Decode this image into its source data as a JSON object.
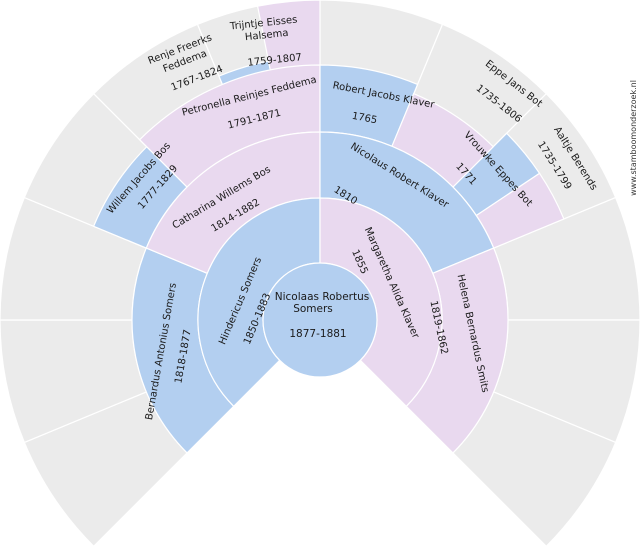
{
  "colors": {
    "male": "#b3cff0",
    "female": "#e9d9ef",
    "empty": "#ebebeb",
    "text": "#1a1a1a"
  },
  "site": "www.stamboomonderzoek.nl",
  "root": {
    "name_line1": "Nicolaas Robertus",
    "name_line2": "Somers",
    "years": "1877-1881"
  },
  "gen1": {
    "father": {
      "name": "Hindericus Somers",
      "years": "1850-1883"
    },
    "mother": {
      "name": "Margaretha Alida Klaver",
      "years": "1855"
    }
  },
  "gen2": {
    "pf": {
      "name": "Bernardus Antonius Somers",
      "years": "1818-1877"
    },
    "pm": {
      "name": "Catharina Willems Bos",
      "years": "1814-1882"
    },
    "mf": {
      "name": "Nicolaus Robert Klaver",
      "years": "1810"
    },
    "mm": {
      "name": "Helena Bernardus Smits",
      "years": "1819-1862"
    }
  },
  "gen3": {
    "ppf": {
      "name": "",
      "years": ""
    },
    "ppm": {
      "name": "",
      "years": ""
    },
    "pmf": {
      "name": "Willem Jacobs Bos",
      "years": "1777-1829"
    },
    "pmm": {
      "name": "Petronella Reinjes Feddema",
      "years": "1791-1871"
    },
    "mff": {
      "name": "Robert Jacobs Klaver",
      "years": "1765"
    },
    "mfm": {
      "name": "Vrouwke Eppes Bot",
      "years": "1771"
    },
    "mmf": {
      "name": "",
      "years": ""
    },
    "mmm": {
      "name": "",
      "years": ""
    }
  },
  "gen4": {
    "pmmf": {
      "name_line1": "Renje Freerks",
      "name_line2": "Feddema",
      "years": "1767-1824"
    },
    "pmmm": {
      "name_line1": "Trijntje Eisses",
      "name_line2": "Halsema",
      "years": "1759-1807"
    },
    "mfmf": {
      "name": "Eppe Jans Bot",
      "years": "1735-1806"
    },
    "mfmm": {
      "name": "Aaltje Berends",
      "years": "1735-1799"
    }
  }
}
